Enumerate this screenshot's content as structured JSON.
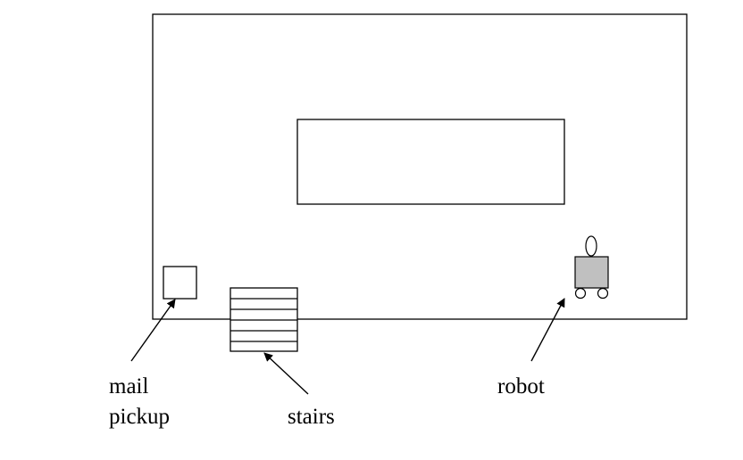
{
  "labels": {
    "mail_line1": "mail",
    "mail_line2": "pickup",
    "stairs": "stairs",
    "robot": "robot"
  },
  "colors": {
    "stroke": "#000000",
    "background": "#ffffff",
    "robot_body": "#c0c0c0"
  }
}
